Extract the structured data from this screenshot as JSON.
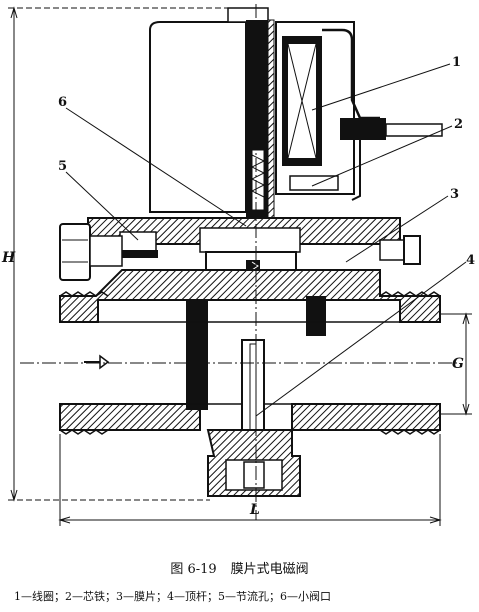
{
  "figure": {
    "caption_number": "图 6-19",
    "caption_title": "膜片式电磁阀",
    "legend": "1—线圈；2—芯铁；3—膜片；4—顶杆；5—节流孔；6—小阀口",
    "callouts": [
      "1",
      "2",
      "3",
      "4",
      "5",
      "6"
    ],
    "dimensions": {
      "height": "H",
      "length": "L",
      "bore": "G"
    }
  }
}
